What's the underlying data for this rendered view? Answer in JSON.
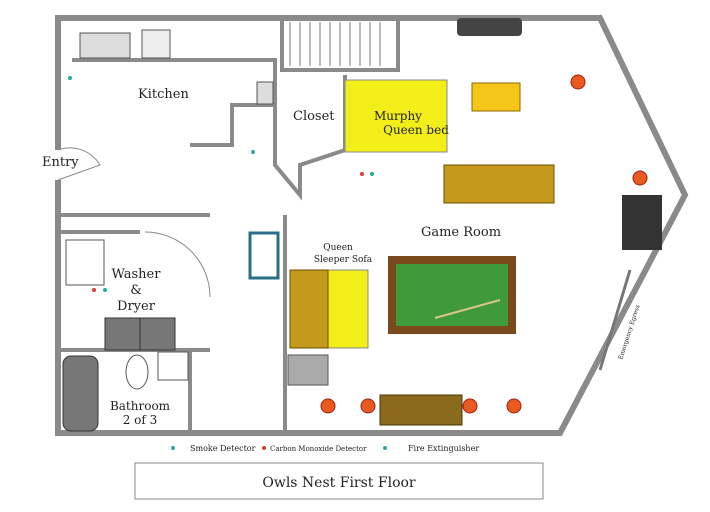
{
  "rooms": {
    "kitchen": "Kitchen",
    "entry": "Entry",
    "closet": "Closet",
    "murphy_1": "Murphy",
    "murphy_2": "Queen bed",
    "game_room": "Game Room",
    "sleeper_1": "Queen",
    "sleeper_2": "Sleeper Sofa",
    "washer_1": "Washer",
    "washer_2": "&",
    "washer_3": "Dryer",
    "bath_1": "Bathroom",
    "bath_2": "2 of 3",
    "egress": "Emergency Egress"
  },
  "legend": {
    "smoke": "Smoke Detector",
    "co": "Carbon Monoxide Detector",
    "fire": "Fire Extinguisher"
  },
  "colors": {
    "smoke": "#2aa89a",
    "co": "#e03a3a",
    "fire": "#2aa89a",
    "bed": "#f2ee1a",
    "sofa": "#c49a1c",
    "felt": "#3f9a3a"
  },
  "title": "Owls Nest First Floor"
}
